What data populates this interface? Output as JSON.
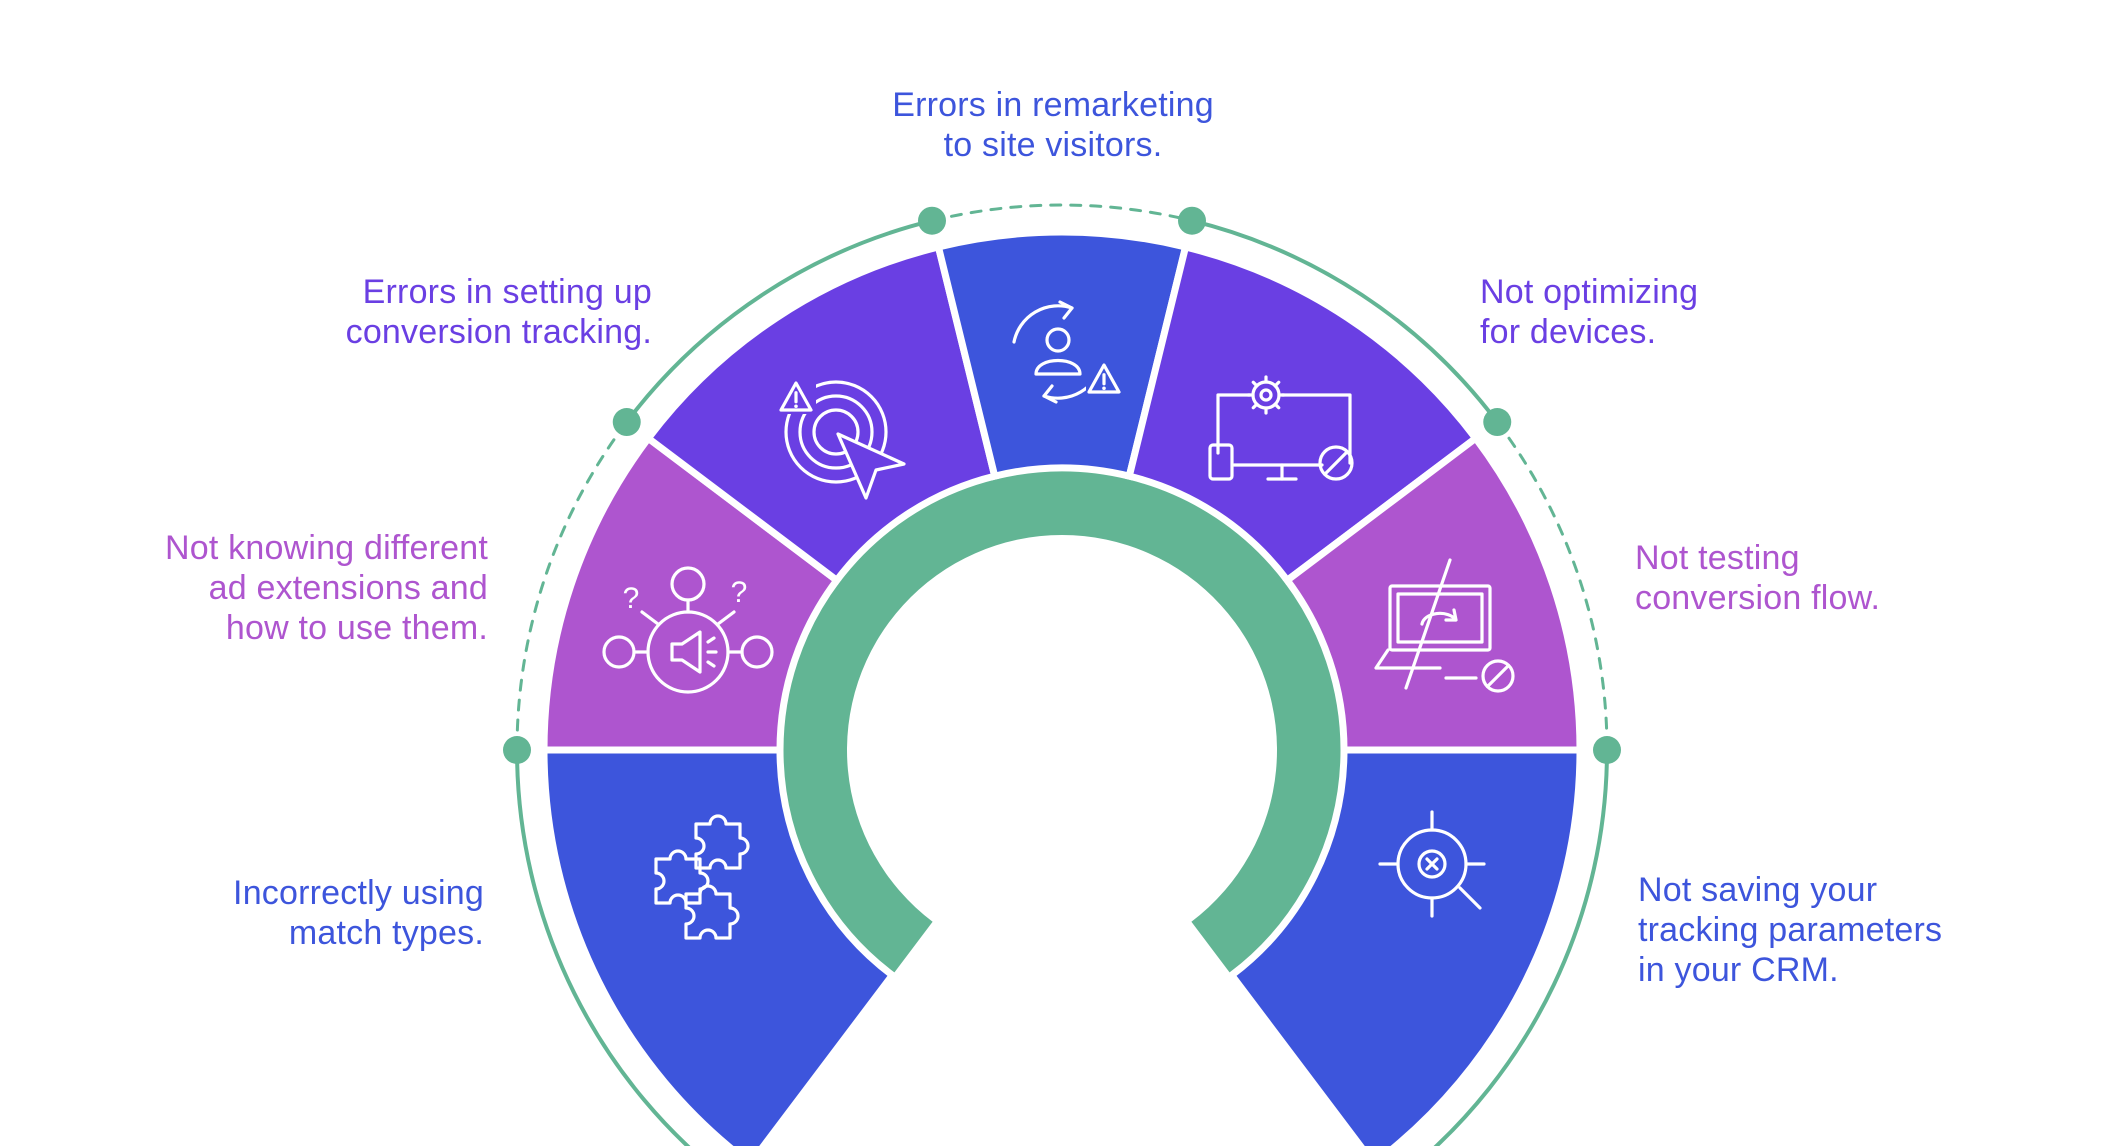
{
  "colors": {
    "blue": "#3d55dc",
    "violet": "#6a3fe3",
    "magenta": "#ae55cf",
    "green": "#62b594",
    "white": "#ffffff"
  },
  "segments": [
    {
      "id": "match-types",
      "label_lines": [
        "Incorrectly using",
        "match types."
      ],
      "color": "#3d55dc",
      "icon": "puzzle-icon"
    },
    {
      "id": "ad-extensions",
      "label_lines": [
        "Not knowing different",
        "ad extensions and",
        "how to use them."
      ],
      "color": "#ae55cf",
      "icon": "megaphone-network-icon"
    },
    {
      "id": "conversion-tracking",
      "label_lines": [
        "Errors in setting up",
        "conversion tracking."
      ],
      "color": "#6a3fe3",
      "icon": "target-cursor-warning-icon"
    },
    {
      "id": "remarketing",
      "label_lines": [
        "Errors in remarketing",
        "to site visitors."
      ],
      "color": "#3d55dc",
      "icon": "user-refresh-warning-icon"
    },
    {
      "id": "devices",
      "label_lines": [
        "Not optimizing",
        "for devices."
      ],
      "color": "#6a3fe3",
      "icon": "devices-gear-icon"
    },
    {
      "id": "conversion-flow",
      "label_lines": [
        "Not testing",
        "conversion flow."
      ],
      "color": "#ae55cf",
      "icon": "laptop-blocked-icon"
    },
    {
      "id": "tracking-parameters",
      "label_lines": [
        "Not saving your",
        "tracking parameters",
        "in your CRM."
      ],
      "color": "#3d55dc",
      "icon": "crosshair-search-icon"
    }
  ]
}
